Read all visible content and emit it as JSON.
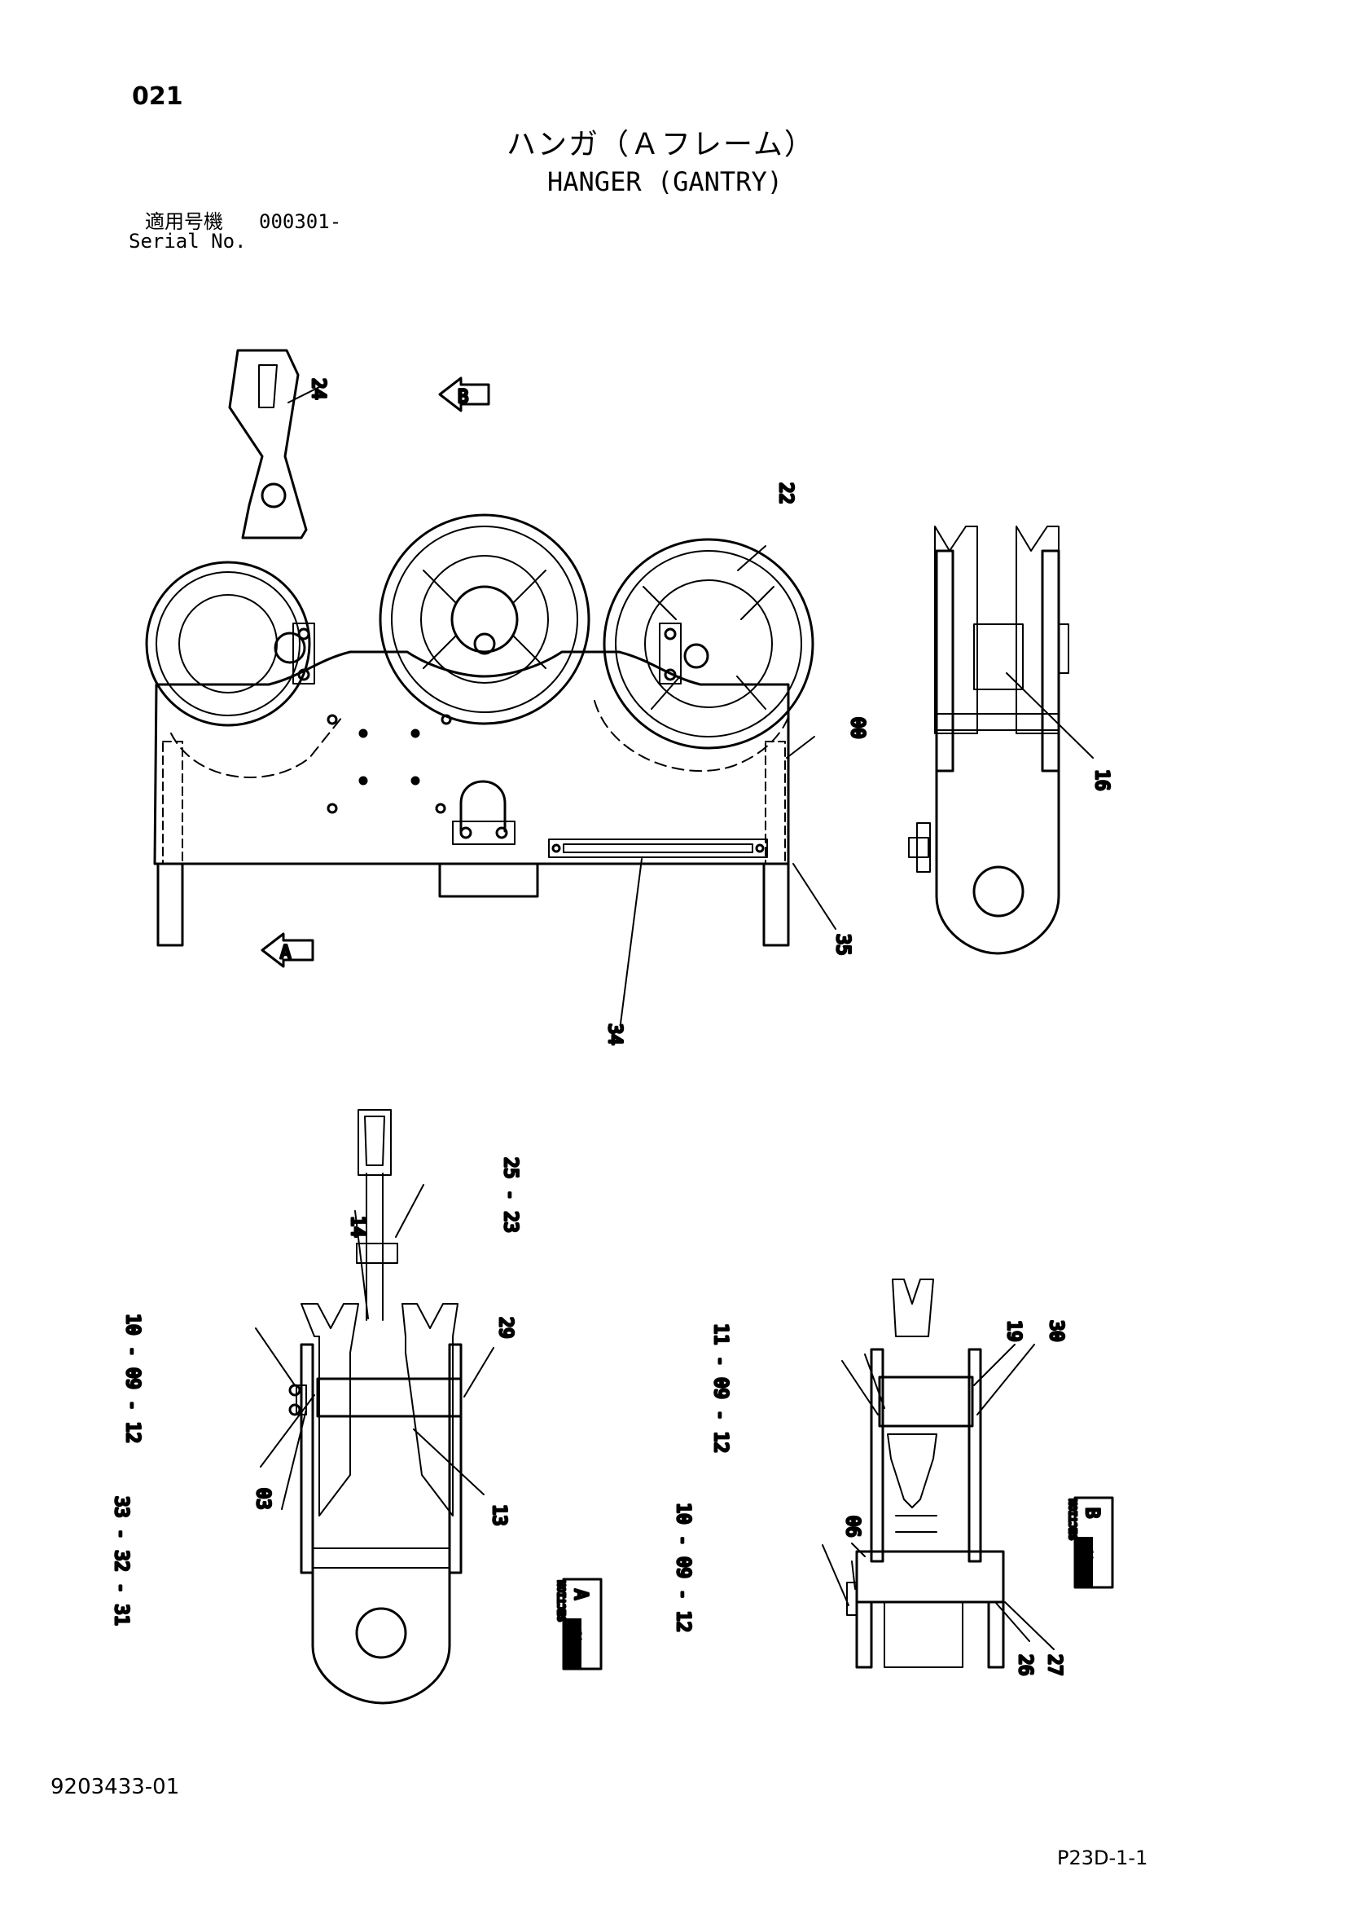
{
  "header": {
    "page_no": "021",
    "title_jp": "ハンガ（Ａフレーム）",
    "title_en": "HANGER (GANTRY)",
    "serial_label_jp": "適用号機",
    "serial_value": "000301-",
    "serial_label_en": "Serial No."
  },
  "footer": {
    "doc_number": "9203433-01",
    "page_code": "P23D-1-1"
  },
  "view_markers": {
    "a": "A",
    "b": "B"
  },
  "section_labels": {
    "a": {
      "jp": "断面",
      "en": "SECTION",
      "letter": "A"
    },
    "b": {
      "jp": "断面",
      "en": "SECTION",
      "letter": "B"
    }
  },
  "part_callouts": {
    "p24": "24",
    "p22": "22",
    "p00": "00",
    "p16": "16",
    "p35": "35",
    "p34": "34",
    "p25_23": "25 - 23",
    "p14": "14",
    "p10_09_12_a": "10 - 09 - 12",
    "p29": "29",
    "p33_32_31": "33 - 32 - 31",
    "p03": "03",
    "p13": "13",
    "p11_09_12": "11 - 09 - 12",
    "p19": "19",
    "p30": "30",
    "p10_09_12_b": "10 - 09 - 12",
    "p06": "06",
    "p26": "26",
    "p27": "27"
  }
}
